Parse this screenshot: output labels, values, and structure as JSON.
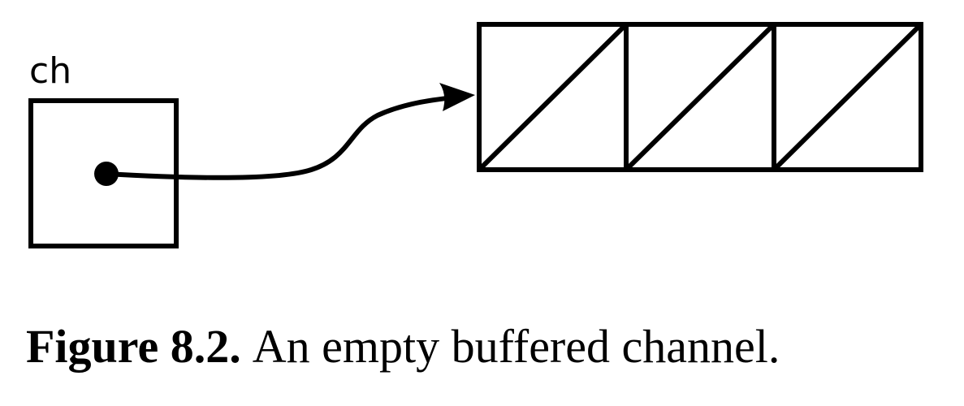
{
  "diagram": {
    "variable_label": "ch",
    "buffer_slots": 3
  },
  "caption": {
    "figure_number": "Figure 8.2.",
    "text": "An empty buffered channel."
  }
}
